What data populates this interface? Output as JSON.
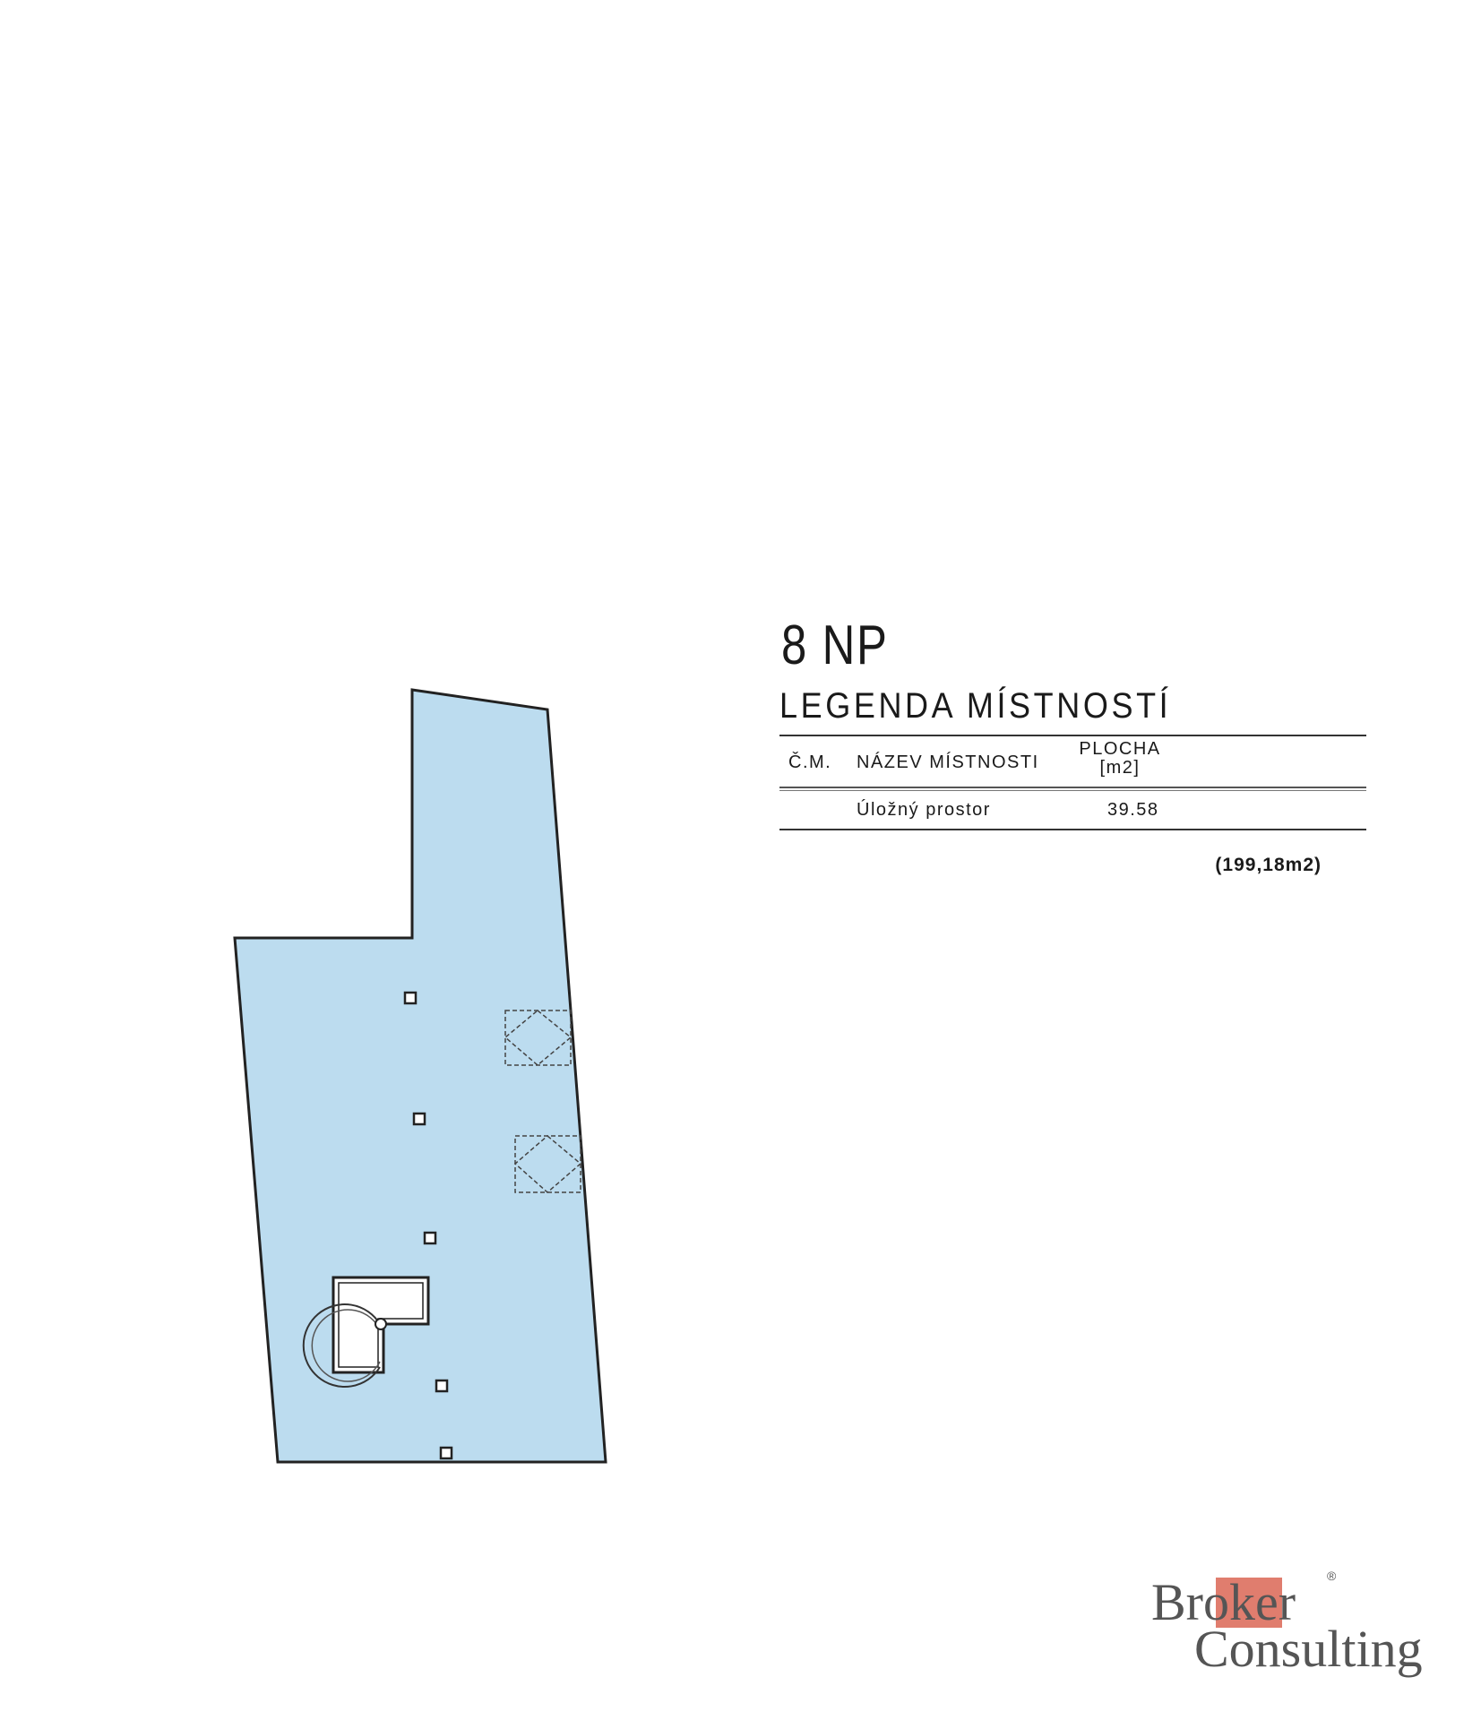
{
  "floor": {
    "title": "8 NP",
    "legend_title": "LEGENDA MÍSTNOSTÍ"
  },
  "legend": {
    "headers": {
      "number": "Č.M.",
      "room_name": "NÁZEV MÍSTNOSTI",
      "area_line1": "PLOCHA",
      "area_line2": "[m2]"
    },
    "rows": [
      {
        "number": "",
        "room_name": "Úložný prostor",
        "area": "39.58"
      }
    ],
    "total": "(199,18m2)"
  },
  "logo": {
    "broker": "Broker",
    "consulting": "Consulting",
    "registered": "®"
  },
  "colors": {
    "room_fill": "#bcdcef",
    "outline": "#222222",
    "logo_accent": "#e07d6e",
    "logo_text": "#555555"
  }
}
